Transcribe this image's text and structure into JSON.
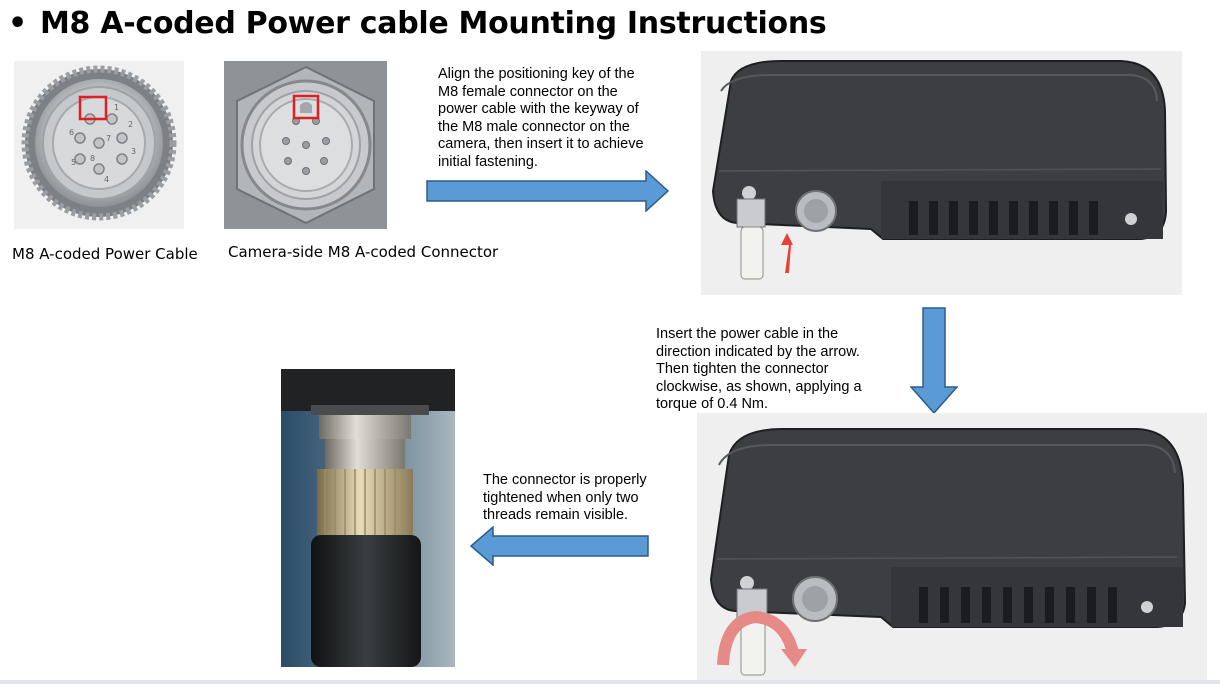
{
  "title": {
    "bullet": "•",
    "text": "M8 A-coded Power cable Mounting Instructions"
  },
  "images": {
    "cable_connector": {
      "caption": "M8 A-coded Power Cable",
      "pin_labels": [
        "1",
        "2",
        "3",
        "4",
        "5",
        "6",
        "7",
        "8"
      ]
    },
    "camera_connector": {
      "caption": "Camera-side M8 A-coded Connector"
    }
  },
  "steps": {
    "step1_lines": [
      "Align the positioning key of the",
      "M8 female connector on the",
      "power cable with the keyway of",
      "the M8 male connector on the",
      "camera, then insert it to achieve",
      "initial fastening."
    ],
    "step2_lines": [
      "Insert the power cable in the",
      "direction indicated by the arrow.",
      "Then tighten the connector",
      "clockwise, as shown, applying a",
      "torque of 0.4 Nm."
    ],
    "step3_lines": [
      "The connector is properly",
      "tightened when only two",
      "threads remain visible."
    ]
  },
  "colors": {
    "arrow_fill": "#5b9bd5",
    "arrow_stroke": "#2e5b8a",
    "highlight_box": "#e02020",
    "camera_body": "#3c3e42",
    "insert_arrow": "#e8403a",
    "rotate_arrow": "#e58a86"
  },
  "icons": {
    "flow_arrow": "block-arrow",
    "insert_arrow": "up-arrow",
    "rotate_arrow": "curved-clockwise-arrow"
  }
}
